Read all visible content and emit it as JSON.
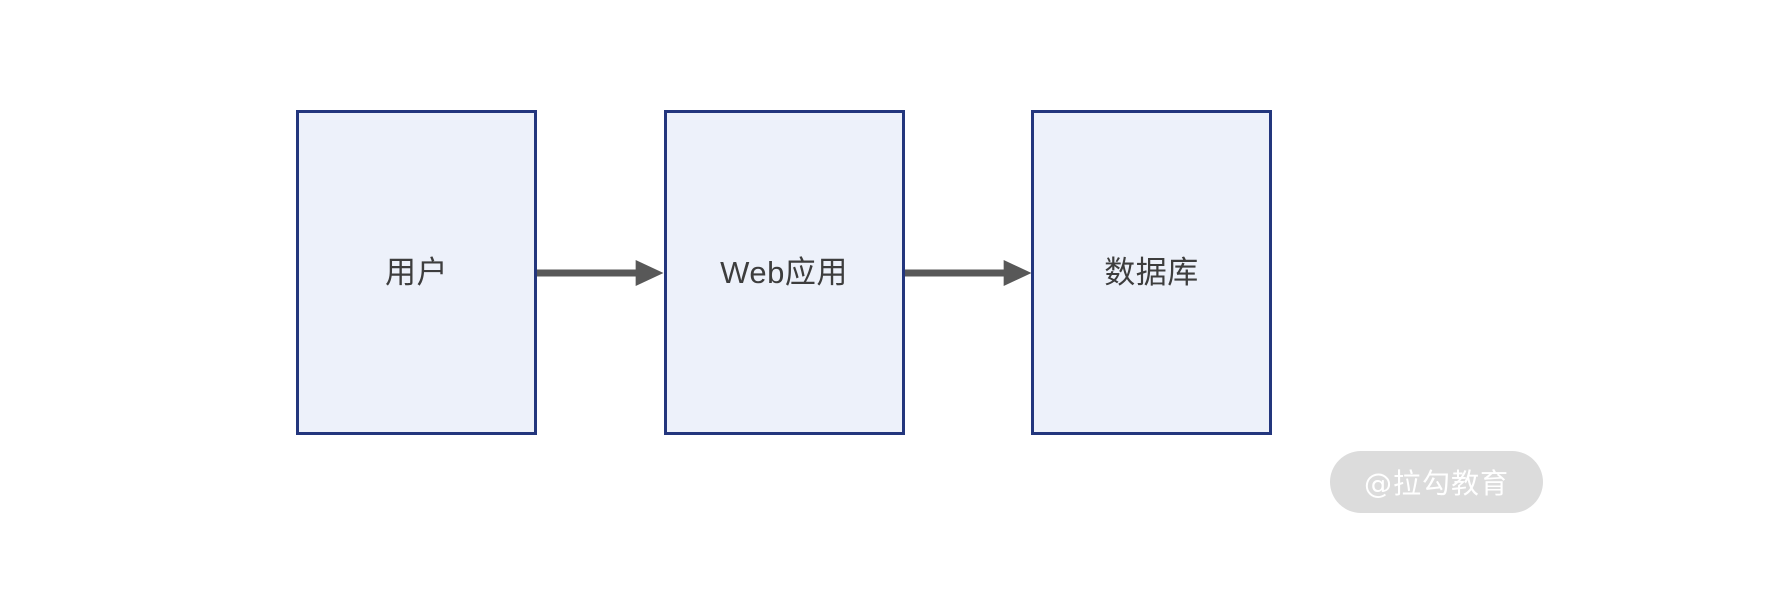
{
  "diagram": {
    "type": "flowchart",
    "orientation": "horizontal",
    "background_color": "#ffffff",
    "node_fill_color": "#edf1fa",
    "node_border_color": "#23367d",
    "node_text_color": "#3d3d3d",
    "arrow_color": "#585858",
    "nodes": [
      {
        "id": "user",
        "label": "用户"
      },
      {
        "id": "web-app",
        "label": "Web应用"
      },
      {
        "id": "database",
        "label": "数据库"
      }
    ],
    "edges": [
      {
        "from": "user",
        "to": "web-app",
        "label": "",
        "style": "solid-arrow"
      },
      {
        "from": "web-app",
        "to": "database",
        "label": "",
        "style": "solid-arrow"
      }
    ]
  },
  "watermark": {
    "text": "@拉勾教育",
    "pill_color": "#dcdcdc",
    "text_color": "#ffffff"
  }
}
